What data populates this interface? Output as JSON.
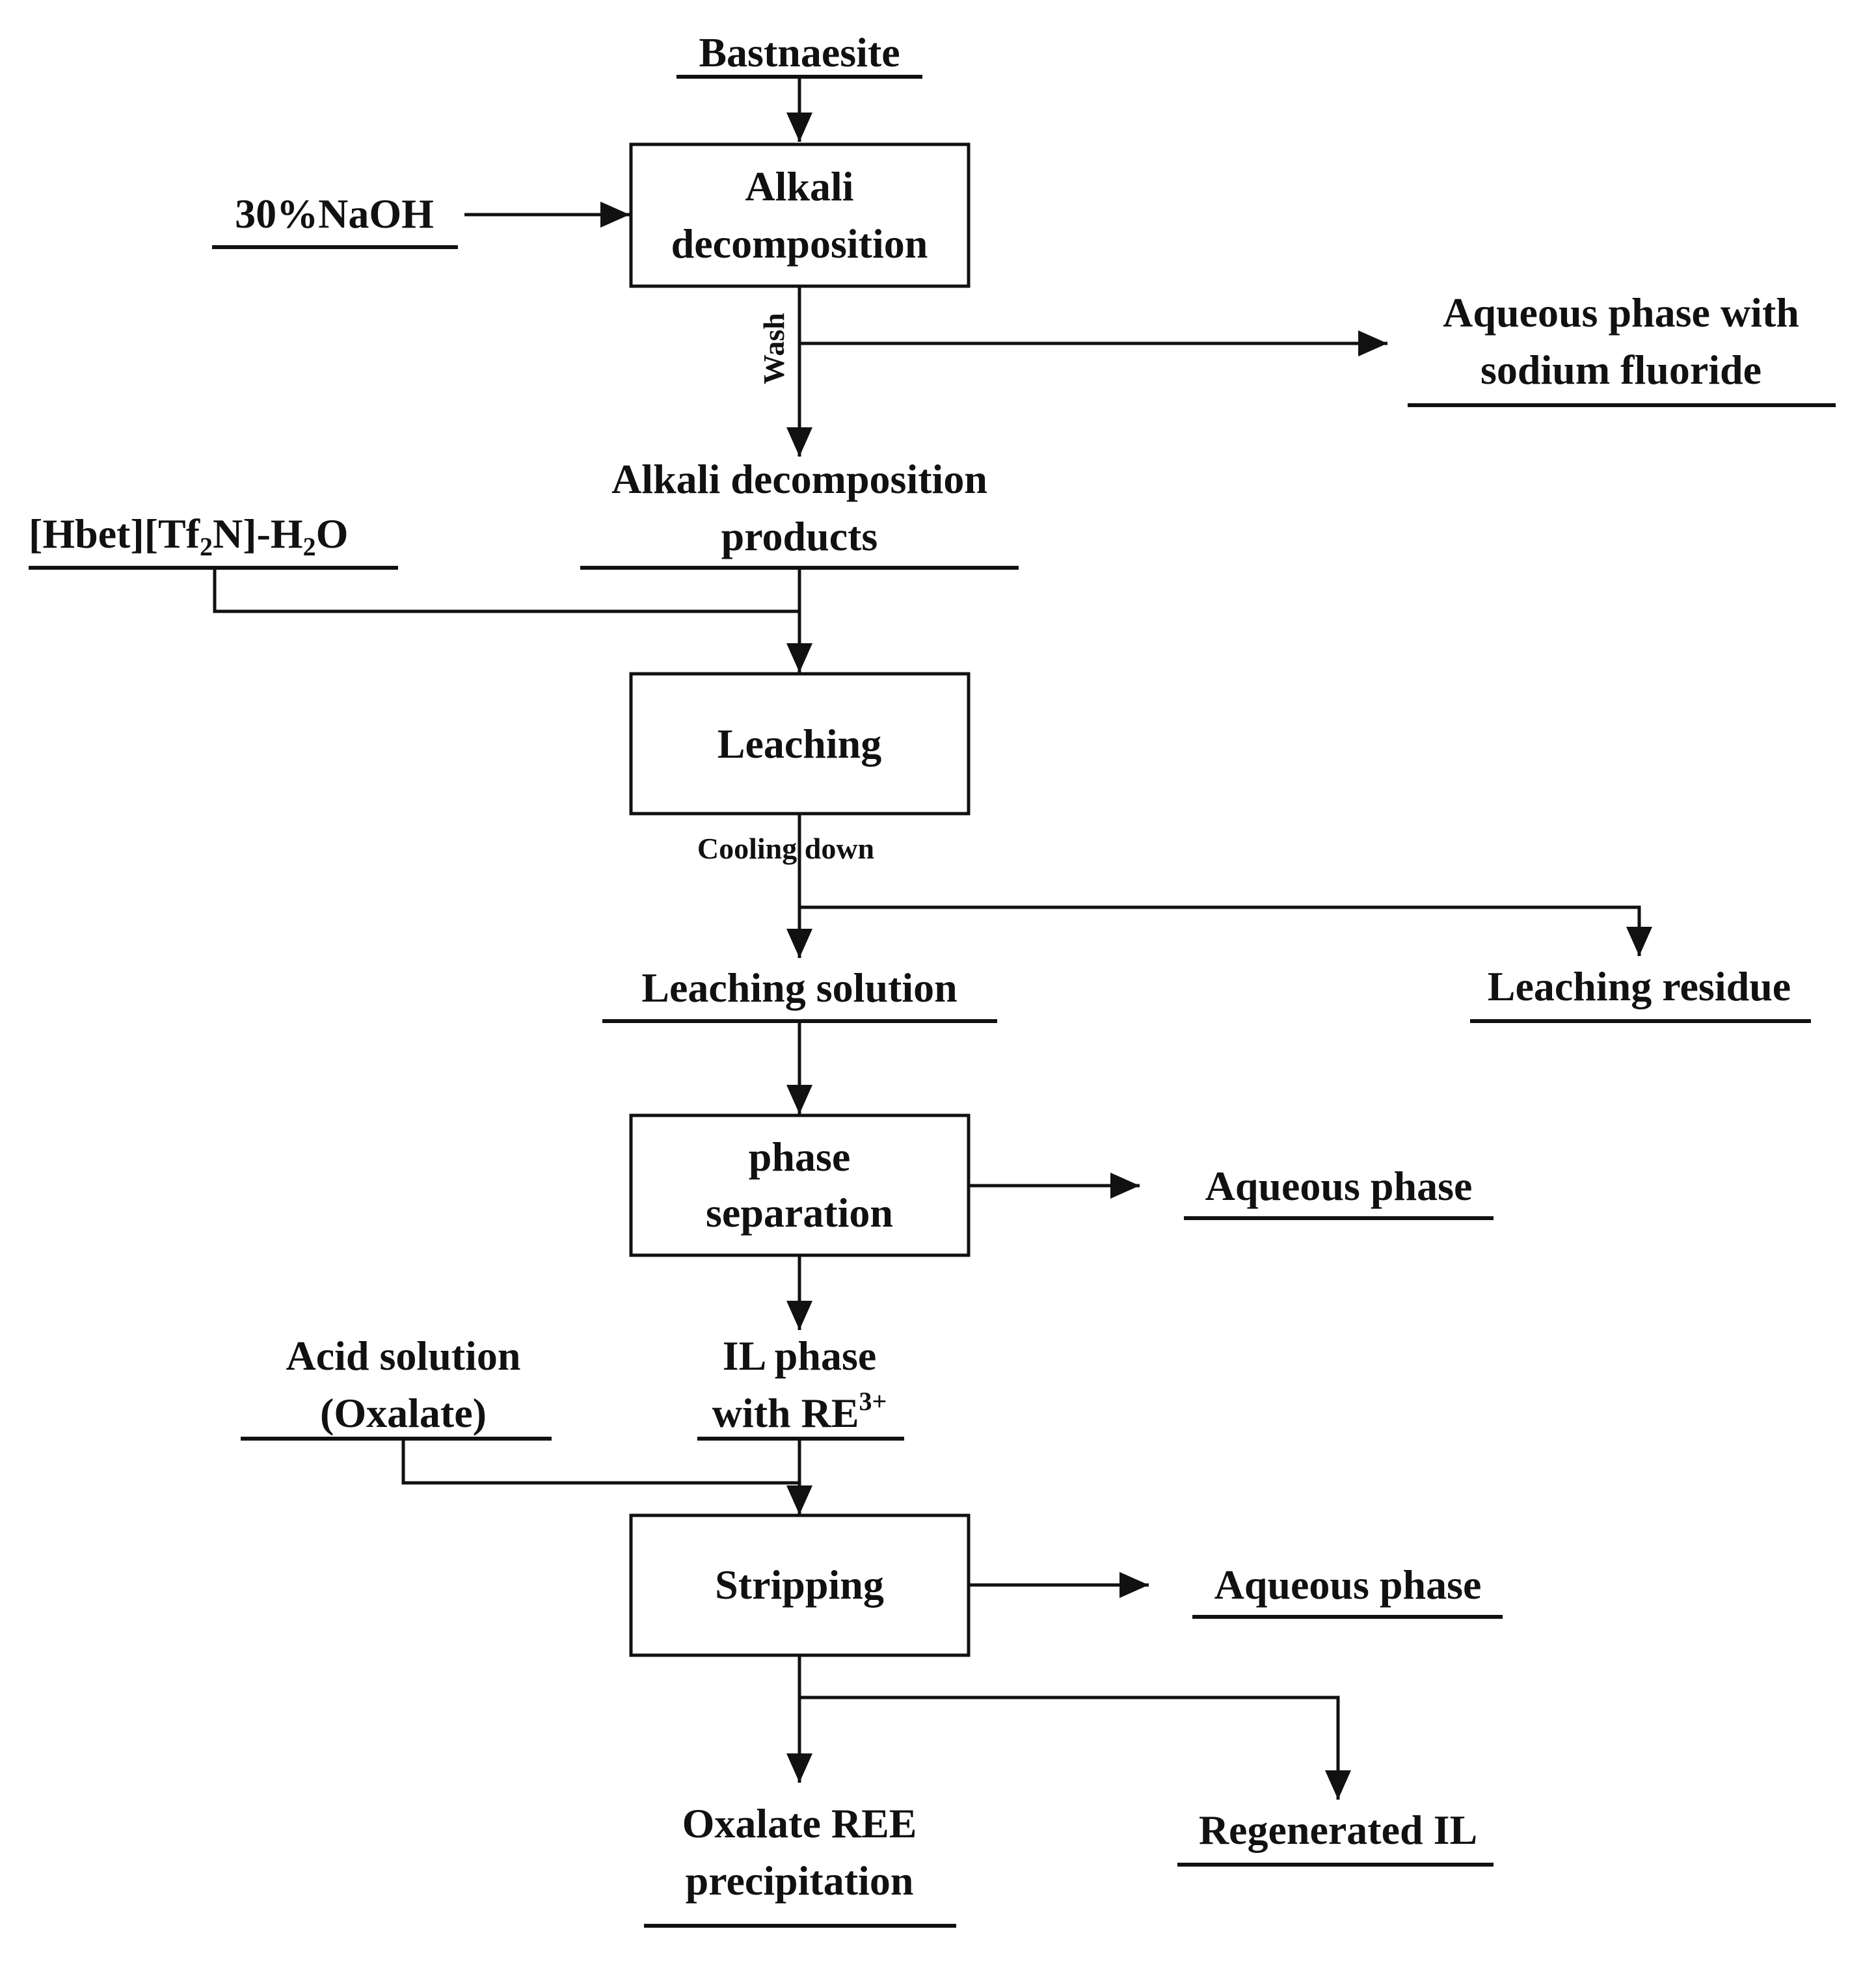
{
  "nodes": {
    "bastnaesite": "Bastnaesite",
    "naoh": "30%NaOH",
    "alkali_decomposition": [
      "Alkali",
      "decomposition"
    ],
    "wash": "Wash",
    "aqueous_naf": [
      "Aqueous phase with",
      "sodium fluoride"
    ],
    "alkali_products": [
      "Alkali decomposition",
      "products"
    ],
    "ionic_liquid": {
      "p1": "[Hbet][Tf",
      "s1": "2",
      "p2": "N]-H",
      "s2": "2",
      "p3": "O"
    },
    "leaching": "Leaching",
    "cooling_down": "Cooling down",
    "leaching_solution": "Leaching solution",
    "leaching_residue": "Leaching residue",
    "phase_separation": [
      "phase",
      "separation"
    ],
    "aqueous_phase_1": "Aqueous phase",
    "il_phase": {
      "line1": "IL phase",
      "line2": "with RE",
      "sup": "3+"
    },
    "acid_solution": [
      "Acid solution",
      "(Oxalate)"
    ],
    "stripping": "Stripping",
    "aqueous_phase_2": "Aqueous phase",
    "oxalate_ree": [
      "Oxalate REE",
      "precipitation"
    ],
    "regenerated_il": "Regenerated IL"
  },
  "colors": {
    "stroke": "#111111",
    "text": "#111111",
    "background": "#ffffff"
  }
}
